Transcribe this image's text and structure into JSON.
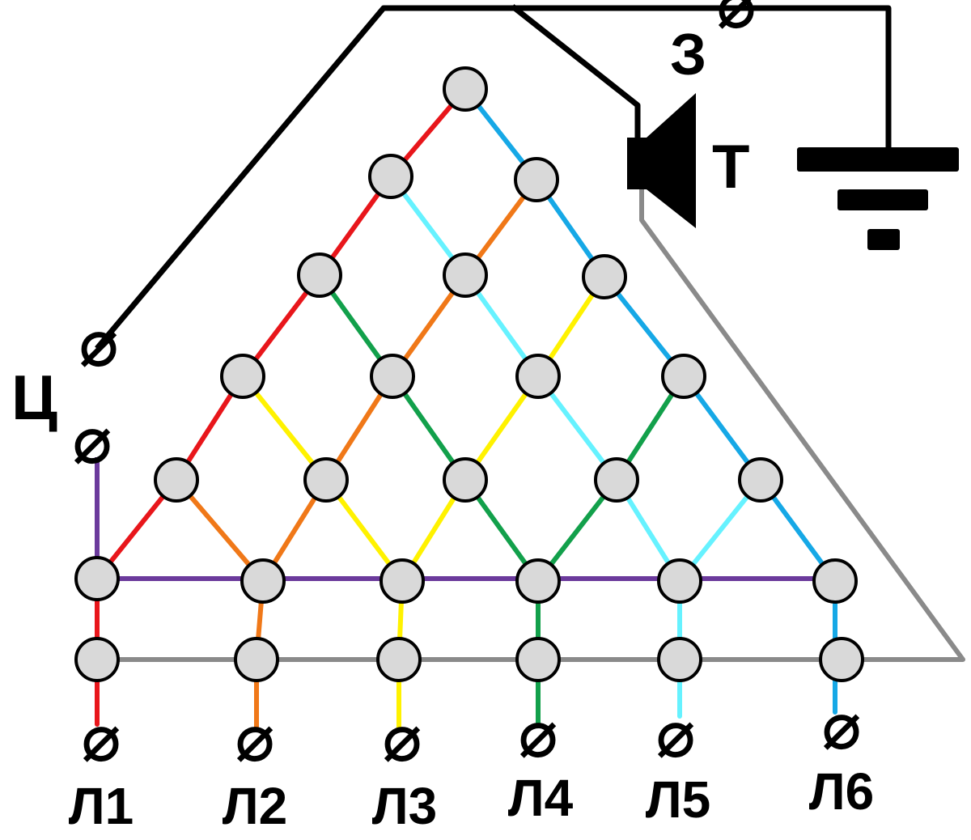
{
  "labels": {
    "center": "Ц",
    "ground": "З",
    "phone": "Т",
    "lines": [
      "Л1",
      "Л2",
      "Л3",
      "Л4",
      "Л5",
      "Л6"
    ]
  },
  "symbols": {
    "terminal": "⌀"
  },
  "colors": {
    "wire_main": "#000000",
    "ground_return": "#8a8a8a",
    "line_1": "#e8161b",
    "line_2": "#f07818",
    "line_3": "#fff200",
    "line_4": "#12a04b",
    "line_5": "#66f2ff",
    "line_6": "#16a8e6",
    "common_bus": "#6b3a9c",
    "node_fill": "#d9d9d9",
    "node_stroke": "#000000"
  }
}
